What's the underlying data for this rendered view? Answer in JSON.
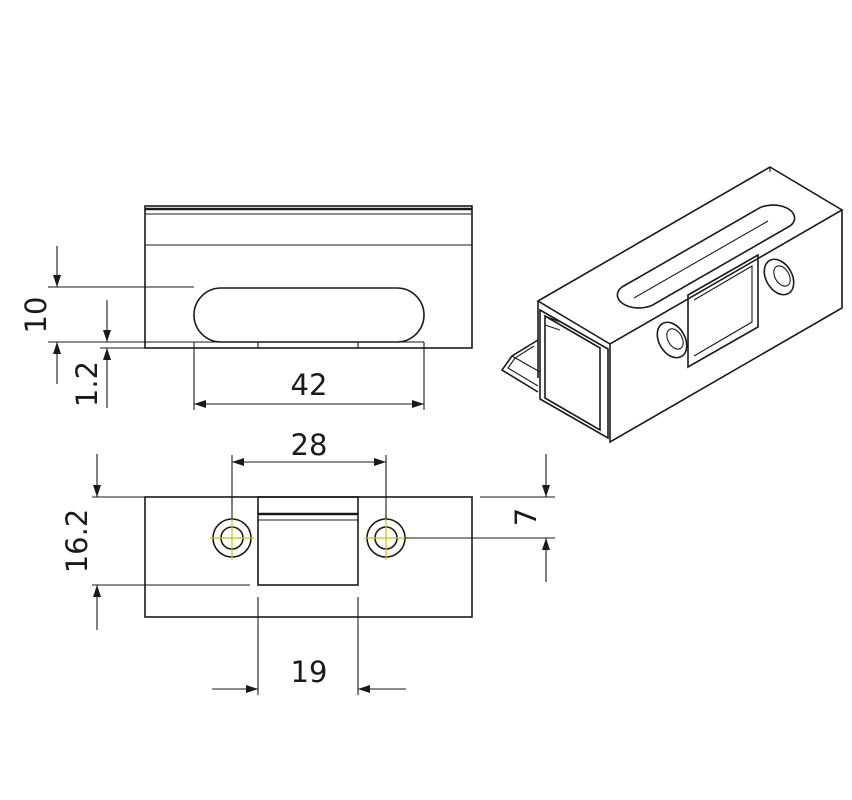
{
  "dimensions": {
    "front_height": "10",
    "front_offset": "1.2",
    "slot_length": "42",
    "hole_spacing": "28",
    "bottom_height": "16.2",
    "right_height": "7",
    "opening_width": "19"
  },
  "colors": {
    "line": "#1a1a1a",
    "center_mark": "#c8c400",
    "background": "#ffffff"
  }
}
